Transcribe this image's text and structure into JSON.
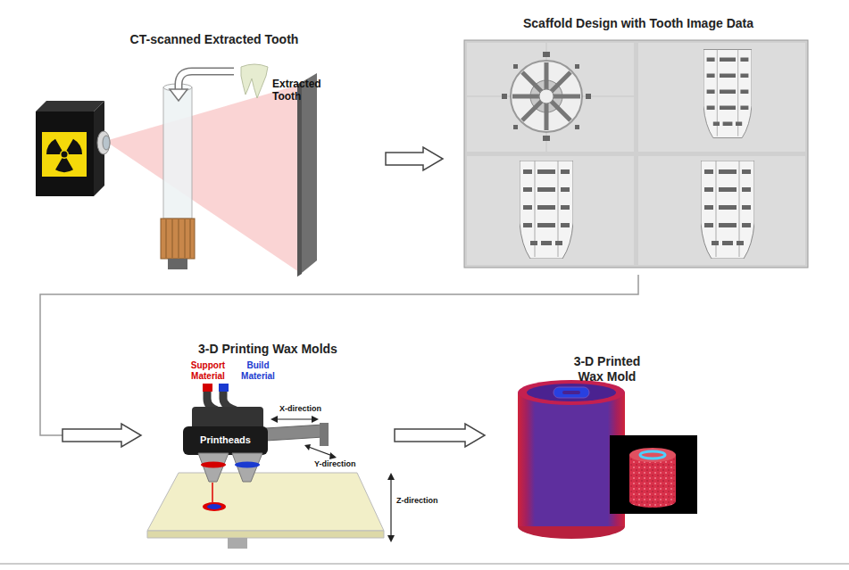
{
  "diagram": {
    "nodes": [
      {
        "text": [
          "CT-scanned Extracted Tooth"
        ]
      },
      {
        "text": [
          "Scaffold Design with Tooth Image Data"
        ]
      },
      {
        "text": [
          "3-D Printing Wax Molds"
        ]
      },
      {
        "text": [
          "3-D Printed Wax Mold"
        ]
      }
    ],
    "edges": [
      {
        "from": 0,
        "to": 1,
        "arrow": "to"
      },
      {
        "from": 1,
        "to": 2,
        "arrow": "to"
      },
      {
        "from": 2,
        "to": 3,
        "arrow": "to"
      }
    ],
    "labels": [
      "Extracted Tooth",
      "Support Material",
      "Build Material",
      "Printheads",
      "X-direction",
      "Y-direction",
      "Z-direction"
    ]
  }
}
